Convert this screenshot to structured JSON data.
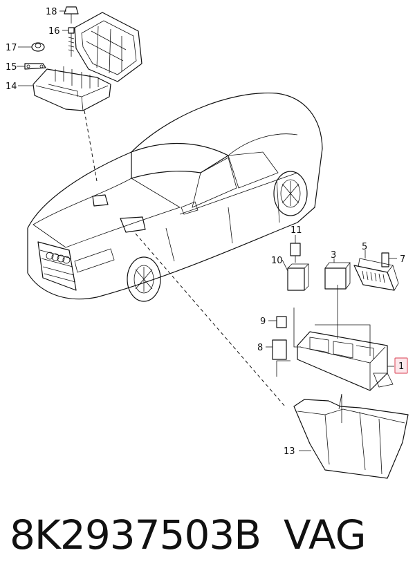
{
  "callouts": {
    "c18": "18",
    "c16": "16",
    "c17": "17",
    "c15": "15",
    "c14": "14",
    "c11": "11",
    "c10": "10",
    "c3": "3",
    "c5": "5",
    "c7": "7",
    "c9": "9",
    "c8": "8",
    "c1": "1",
    "c13": "13"
  },
  "footer": {
    "part_number": "8K2937503B",
    "brand": "VAG"
  },
  "colors": {
    "line": "#111111",
    "highlight_border": "#e0606f",
    "highlight_fill": "#fde8ec"
  }
}
